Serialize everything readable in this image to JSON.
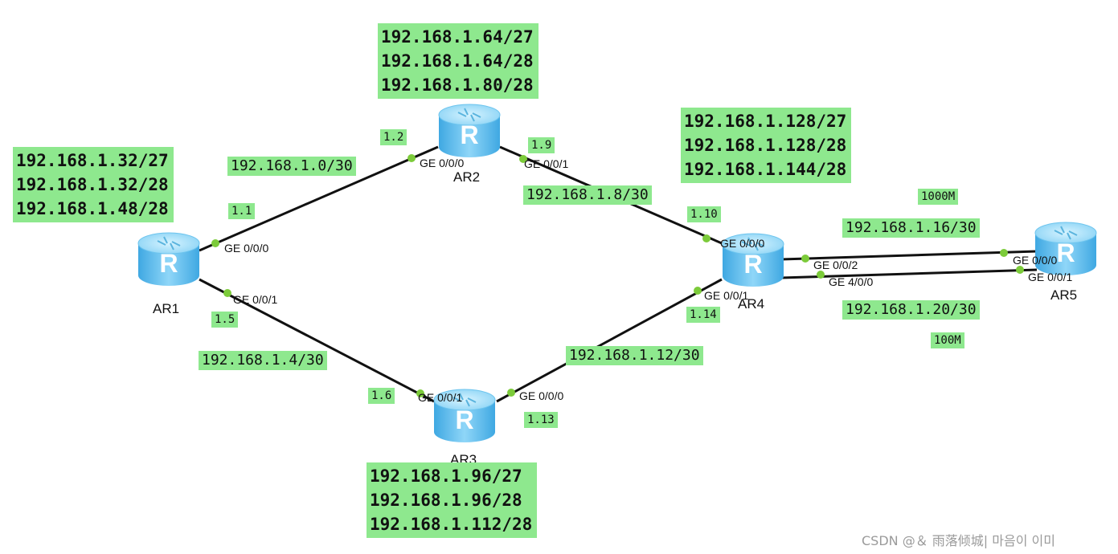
{
  "routers": [
    {
      "id": "ar1",
      "name": "AR1",
      "icon": "router-icon"
    },
    {
      "id": "ar2",
      "name": "AR2",
      "icon": "router-icon"
    },
    {
      "id": "ar3",
      "name": "AR3",
      "icon": "router-icon"
    },
    {
      "id": "ar4",
      "name": "AR4",
      "icon": "router-icon"
    },
    {
      "id": "ar5",
      "name": "AR5",
      "icon": "router-icon"
    }
  ],
  "subnet_groups": {
    "ar1": [
      "192.168.1.32/27",
      "192.168.1.32/28",
      "192.168.1.48/28"
    ],
    "ar2": [
      "192.168.1.64/27",
      "192.168.1.64/28",
      "192.168.1.80/28"
    ],
    "ar3": [
      "192.168.1.96/27",
      "192.168.1.96/28",
      "192.168.1.112/28"
    ],
    "ar4": [
      "192.168.1.128/27",
      "192.168.1.128/28",
      "192.168.1.144/28"
    ]
  },
  "links": {
    "ar1_ar2": {
      "network": "192.168.1.0/30",
      "ip_a": "1.1",
      "ip_b": "1.2",
      "port_a": "GE 0/0/0",
      "port_b": "GE 0/0/0"
    },
    "ar1_ar3": {
      "network": "192.168.1.4/30",
      "ip_a": "1.5",
      "ip_b": "1.6",
      "port_a": "GE 0/0/1",
      "port_b": "GE 0/0/1"
    },
    "ar2_ar4": {
      "network": "192.168.1.8/30",
      "ip_a": "1.9",
      "ip_b": "1.10",
      "port_a": "GE 0/0/1",
      "port_b": "GE 0/0/0"
    },
    "ar3_ar4": {
      "network": "192.168.1.12/30",
      "ip_a": "1.13",
      "ip_b": "1.14",
      "port_a": "GE 0/0/0",
      "port_b": "GE 0/0/1"
    },
    "ar4_ar5_a": {
      "network": "192.168.1.16/30",
      "speed": "1000M",
      "port_a": "GE 0/0/2",
      "port_b": "GE 0/0/0"
    },
    "ar4_ar5_b": {
      "network": "192.168.1.20/30",
      "speed": "100M",
      "port_a": "GE 4/0/0",
      "port_b": "GE 0/0/1"
    }
  },
  "colors": {
    "label_bg": "#8ee88e",
    "link": "#111111",
    "port_dot": "#7ccb3a",
    "router_top": "#a9e4fb",
    "router_body": "#4fb6ea"
  },
  "watermark": "CSDN @＆ 雨落倾城| 마음이 이미"
}
